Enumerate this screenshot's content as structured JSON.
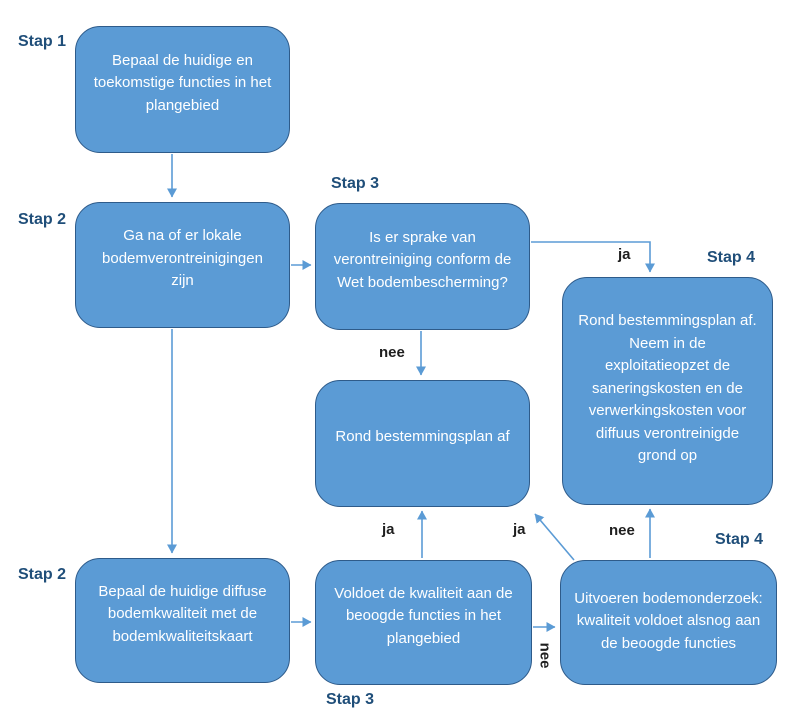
{
  "diagram": {
    "type": "flowchart",
    "language": "nl",
    "colors": {
      "box_fill": "#5b9bd5",
      "box_border": "#2e5b8a",
      "box_text": "#ffffff",
      "arrow": "#5b9bd5",
      "step_label": "#1f4e79",
      "flow_label": "#1f1f1f",
      "background": "#ffffff"
    },
    "boxes": [
      {
        "id": "step1-functies",
        "text": "Bepaal de huidige en toekomstige functies in het plangebied"
      },
      {
        "id": "step2-lokaal",
        "text": "Ga na of er lokale bodemverontreinigingen zijn"
      },
      {
        "id": "step3-wbb",
        "text": "Is er sprake van verontreiniging conform de Wet bodembescherming?"
      },
      {
        "id": "step4-afronden-kosten",
        "text": "Rond bestemmingsplan af. Neem in de exploitatieopzet de saneringskosten en de verwerkingskosten voor diffuus verontreinigde grond op"
      },
      {
        "id": "rond-af",
        "text": "Rond bestemmingsplan af"
      },
      {
        "id": "step2-diffuus",
        "text": "Bepaal de huidige diffuse bodemkwaliteit met de bodemkwaliteitskaart"
      },
      {
        "id": "step3-voldoet",
        "text": "Voldoet de kwaliteit aan de beoogde functies in het plangebied"
      },
      {
        "id": "step4-onderzoek",
        "text": "Uitvoeren bodemonderzoek: kwaliteit voldoet alsnog aan de beoogde functies"
      }
    ],
    "step_labels": [
      {
        "text": "Stap 1"
      },
      {
        "text": "Stap 2"
      },
      {
        "text": "Stap 3"
      },
      {
        "text": "Stap 4"
      },
      {
        "text": "Stap 2"
      },
      {
        "text": "Stap 3"
      },
      {
        "text": "Stap 4"
      }
    ],
    "edges": [
      {
        "from": "step1-functies",
        "to": "step2-lokaal",
        "label": ""
      },
      {
        "from": "step2-lokaal",
        "to": "step3-wbb",
        "label": ""
      },
      {
        "from": "step3-wbb",
        "to": "step4-afronden-kosten",
        "label": "ja"
      },
      {
        "from": "step3-wbb",
        "to": "rond-af",
        "label": "nee"
      },
      {
        "from": "step2-lokaal",
        "to": "step2-diffuus",
        "label": ""
      },
      {
        "from": "step2-diffuus",
        "to": "step3-voldoet",
        "label": ""
      },
      {
        "from": "step3-voldoet",
        "to": "rond-af",
        "label": "ja"
      },
      {
        "from": "step3-voldoet",
        "to": "step4-onderzoek",
        "label": "nee"
      },
      {
        "from": "step4-onderzoek",
        "to": "rond-af",
        "label": "ja"
      },
      {
        "from": "step4-onderzoek",
        "to": "step4-afronden-kosten",
        "label": "nee"
      }
    ]
  }
}
